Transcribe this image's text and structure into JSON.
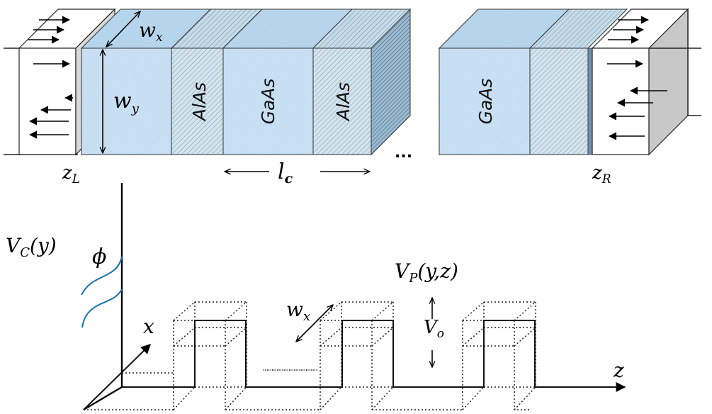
{
  "top": {
    "wx": "w",
    "wx_sub": "x",
    "wy": "w",
    "wy_sub": "y",
    "alas_1": "AlAs",
    "gaas_1": "GaAs",
    "alas_2": "AlAs",
    "gaas_2": "GaAs",
    "ellipsis": "...",
    "zl": "z",
    "zl_sub": "L",
    "zr": "z",
    "zr_sub": "R",
    "lc": "l",
    "lc_sub": "c"
  },
  "bottom": {
    "vc": "V",
    "vc_sub": "C",
    "vc_arg": "(y)",
    "phi": "ϕ",
    "vp": "V",
    "vp_sub": "P",
    "vp_arg": "(y,z)",
    "wx": "w",
    "wx_sub": "x",
    "vo": "V",
    "vo_sub": "o",
    "x_axis": "x",
    "z_axis": "z"
  },
  "colors": {
    "gaas_face": "#c9e2f5",
    "alas_face": "#c8dbe6",
    "top_face": "#b9d8f0",
    "side_face": "#8fb6d6",
    "lead_side": "#c8c8c8",
    "curve": "#1a73a8"
  }
}
